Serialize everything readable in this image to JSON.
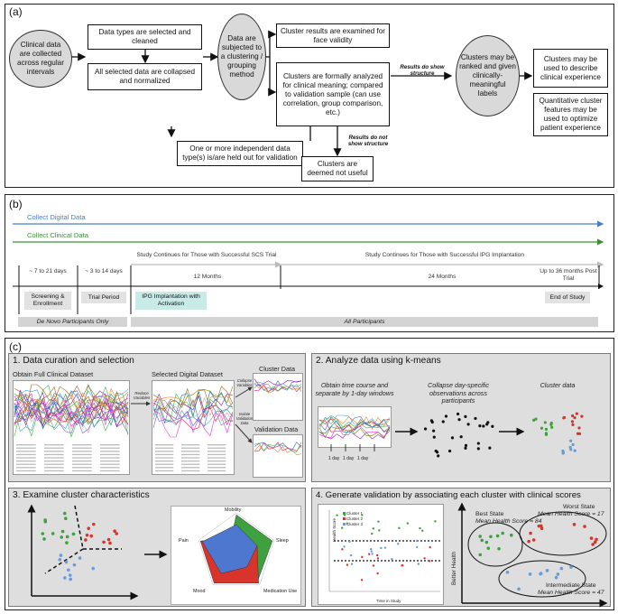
{
  "panel_a": {
    "label": "(a)",
    "clinical_data": "Clinical data are collected across regular intervals",
    "types_selected": "Data types are selected and cleaned",
    "collapsed": "All selected data are collapsed and normalized",
    "subjected": "Data are subjected to a clustering / grouping method",
    "examined": "Cluster results are examined for face validity",
    "analyzed": "Clusters are formally analyzed for clinical meaning; compared to validation sample (can use correlation, group comparison, etc.)",
    "held_out": "One or more independent data type(s) is/are held out for validation",
    "not_useful": "Clusters are deemed not useful",
    "results_show": "Results do show structure",
    "results_not_show": "Results do not show structure",
    "ranked": "Clusters may be ranked and given clinically-meaningful labels",
    "describe": "Clusters may be used to describe clinical experience",
    "quantitative": "Quantitative cluster features may be used to optimize patient experience"
  },
  "panel_b": {
    "label": "(b)",
    "digital": "Collect Digital Data",
    "clinical": "Collect Clinical Data",
    "scs_trial": "Study Continues for Those with Successful SCS Trial",
    "ipg_impl": "Study Continues for Those with Successful IPG Implantation",
    "t1": "~ 7 to 21 days",
    "t2": "~ 3 to 14 days",
    "t3": "12 Months",
    "t4": "24 Months",
    "t5": "Up to 36 months Post Trial",
    "screening": "Screening & Enrollment",
    "trial": "Trial Period",
    "ipg": "IPG Implantation with Activation",
    "end": "End of Study",
    "de_novo": "De Novo Participants Only",
    "all": "All Participants",
    "colors": {
      "digital": "#4a7fc6",
      "clinical": "#3f8f3a",
      "ipg": "#c9ebe8"
    }
  },
  "panel_c": {
    "label": "(c)",
    "s1": {
      "title": "1. Data curation and selection",
      "full": "Obtain Full Clinical Dataset",
      "selected": "Selected Digital Dataset",
      "reduce": "Reduce Variables",
      "collapse": "Collapse Variables",
      "isolate": "Isolate Validation Data",
      "cluster": "Cluster Data",
      "validation": "Validation Data"
    },
    "s2": {
      "title": "2. Analyze data using k-means",
      "obtain": "Obtain time course and separate by 1-day windows",
      "collapse": "Collapse day-specific observations across participants",
      "cluster": "Cluster data",
      "day1": "1 day",
      "day2": "1 day",
      "day3": "1 day"
    },
    "s3": {
      "title": "3. Examine cluster characteristics",
      "mobility": "Mobility",
      "sleep": "Sleep",
      "medication": "Medication Use",
      "mood": "Mood",
      "pain": "Pain"
    },
    "s4": {
      "title": "4. Generate validation by associating each cluster with clinical scores",
      "better": "Better Health",
      "best": "Best State",
      "best_score": "Mean Health Score = 84",
      "worst": "Worst State",
      "worst_score": "Mean Health Score = 17",
      "inter": "Intermediate State",
      "inter_score": "Mean Health Score = 47",
      "xlabel": "Time in Study",
      "ylabel": "Health Score",
      "legend": [
        "Cluster 1",
        "Cluster 2",
        "Cluster 3"
      ]
    },
    "colors": {
      "green": "#3fa03f",
      "red": "#d9342b",
      "blue": "#6b9bd6"
    }
  }
}
